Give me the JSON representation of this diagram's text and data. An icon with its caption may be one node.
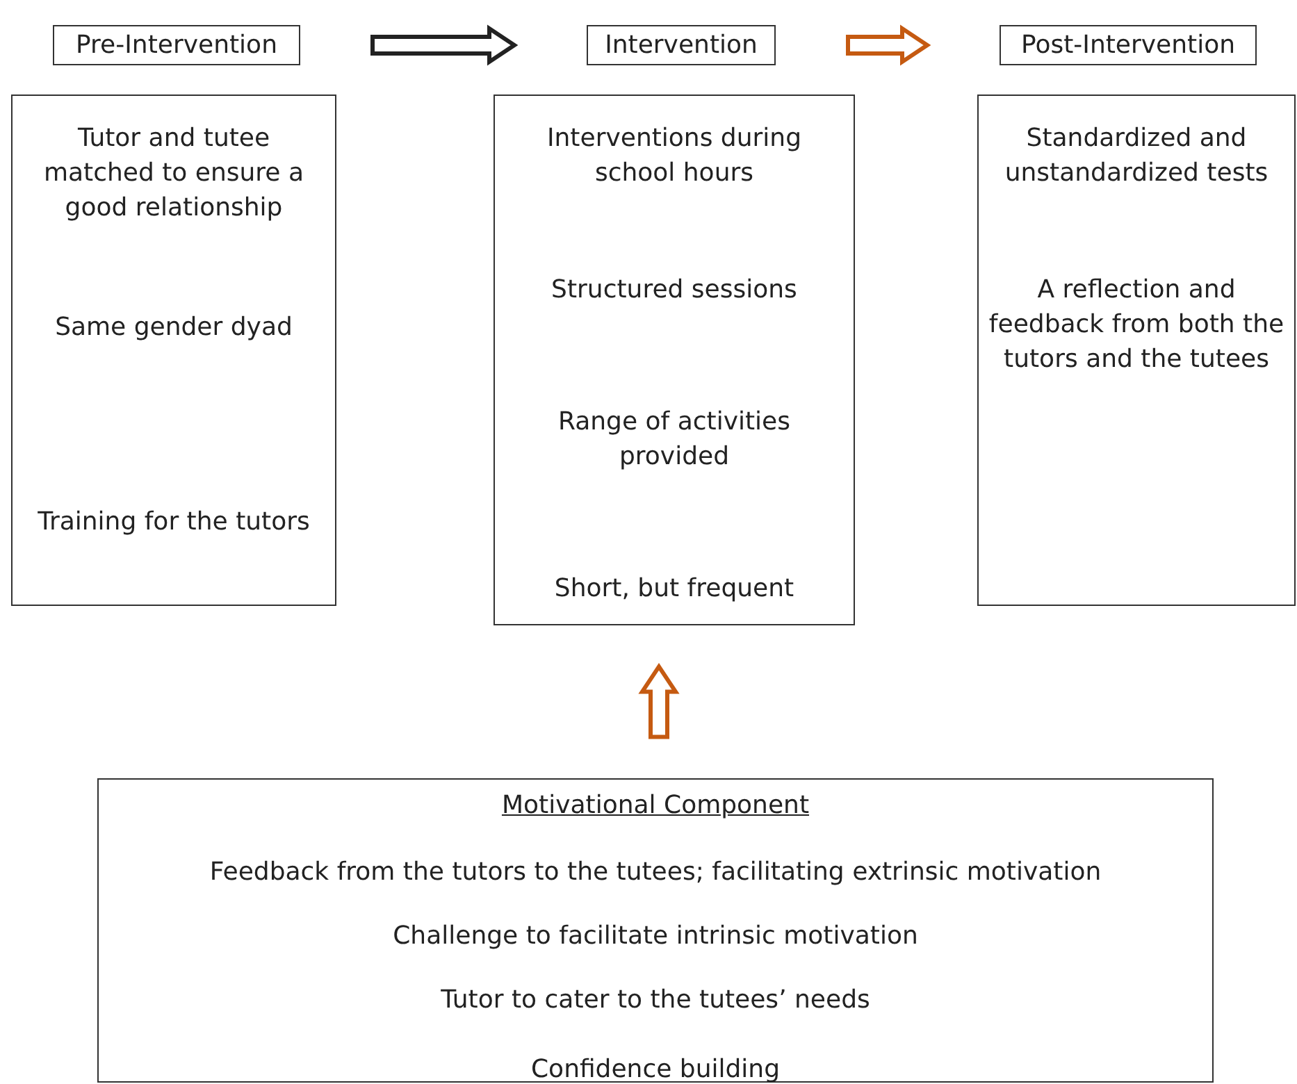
{
  "diagram": {
    "nodes": [
      {
        "text": [
          "Pre-Intervention"
        ]
      },
      {
        "text": [
          "Intervention"
        ]
      },
      {
        "text": [
          "Post-Intervention"
        ]
      },
      {
        "text": [
          "Tutor and tutee matched to ensure a good relationship",
          "Same gender dyad",
          "Training for the tutors"
        ]
      },
      {
        "text": [
          "Interventions during school hours",
          "Structured sessions",
          "Range of activities provided",
          "Short, but frequent"
        ]
      },
      {
        "text": [
          "Standardized and unstandardized tests",
          "A reflection and feedback from both the tutors and the tutees"
        ]
      },
      {
        "text": [
          "Motivational Component",
          "Feedback from the tutors to the tutees; facilitating extrinsic motivation",
          "Challenge to facilitate intrinsic motivation",
          "Tutor to cater to the tutees’ needs",
          "Confidence building"
        ]
      }
    ],
    "edges": [
      {
        "from": 0,
        "to": 1,
        "arrow": "to"
      },
      {
        "from": 1,
        "to": 2,
        "arrow": "to",
        "color": "#c55a11"
      },
      {
        "from": 6,
        "to": 4,
        "arrow": "to",
        "color": "#c55a11"
      }
    ]
  }
}
